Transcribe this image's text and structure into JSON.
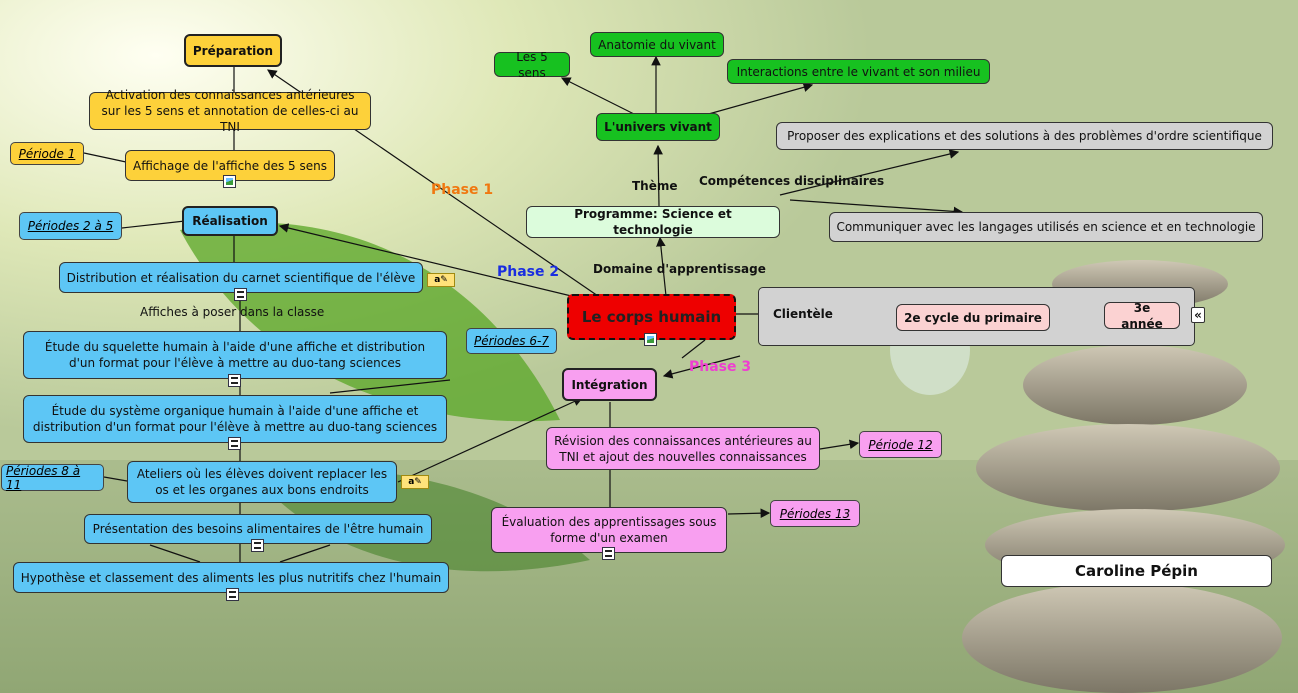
{
  "title": "Le corps humain",
  "author": "Caroline Pépin",
  "phases": {
    "p1": "Phase 1",
    "p2": "Phase 2",
    "p3": "Phase 3"
  },
  "preparation": {
    "title": "Préparation",
    "activation": "Activation des connaissances antérieures sur les 5 sens et annotation de celles-ci au TNI",
    "affichage": "Affichage de l'affiche des 5 sens",
    "periode": "Période 1"
  },
  "realisation": {
    "title": "Réalisation",
    "periodes_2_5": "Périodes 2 à 5",
    "distribution": "Distribution et réalisation du carnet scientifique de l'élève",
    "affiches_label": "Affiches à poser dans la classe",
    "squelette": "Étude du squelette humain à l'aide d'une affiche et distribution d'un format pour l'élève à mettre au duo-tang sciences",
    "periodes_6_7": "Périodes 6-7",
    "systeme": "Étude du système organique humain à l'aide d'une affiche et distribution d'un format pour l'élève à mettre au duo-tang sciences",
    "periodes_8_11": "Périodes 8 à 11",
    "ateliers": "Ateliers où les élèves doivent replacer les os et les organes aux bons endroits",
    "besoins": "Présentation des besoins alimentaires de l'être humain",
    "hypothese": "Hypothèse et classement des aliments les plus nutritifs chez l'humain"
  },
  "integration": {
    "title": "Intégration",
    "revision": "Révision des connaissances antérieures au TNI et ajout des nouvelles connaissances",
    "periode_12": "Période 12",
    "evaluation": "Évaluation des apprentissages sous forme d'un examen",
    "periodes_13": "Périodes 13"
  },
  "domaine": {
    "label": "Domaine d'apprentissage",
    "programme": "Programme: Science et technologie",
    "theme_label": "Thème",
    "univers": "L'univers vivant",
    "cinq_sens": "Les 5 sens",
    "anatomie": "Anatomie du vivant",
    "interactions": "Interactions entre le vivant et son milieu",
    "competences_label": "Compétences disciplinaires",
    "proposer": "Proposer des explications et des solutions à des problèmes d'ordre scientifique",
    "communiquer": "Communiquer avec les langages utilisés en science et en technologie"
  },
  "clientele": {
    "label": "Clientèle",
    "cycle": "2e cycle du primaire",
    "annee": "3e année",
    "collapse_glyph": "«"
  },
  "colors": {
    "phase1": "#f07810",
    "phase2": "#1a2ee0",
    "phase3": "#ee3fd0",
    "central": "#ee0000"
  }
}
